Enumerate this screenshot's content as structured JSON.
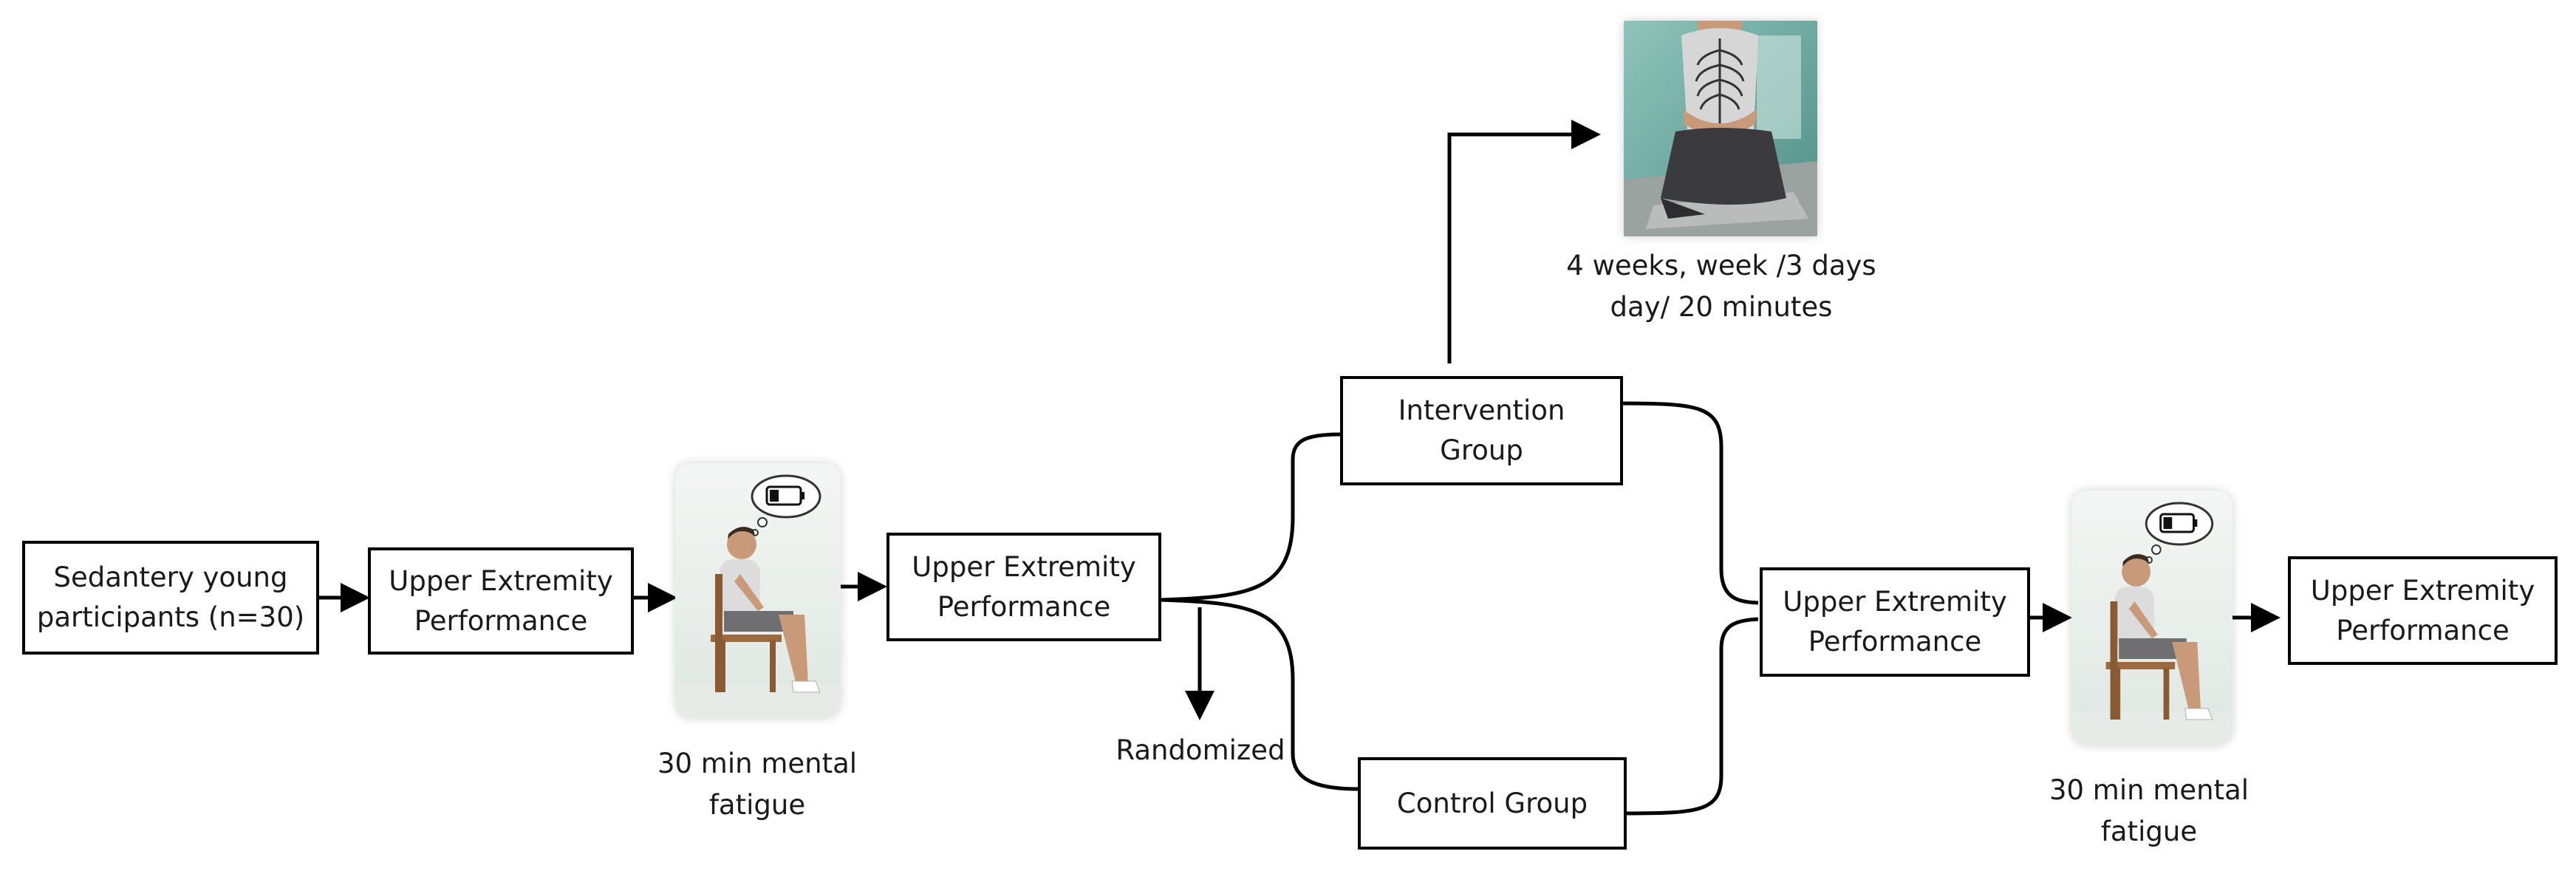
{
  "nodes": {
    "participants": {
      "lines": [
        "Sedantery young",
        "participants (n=30)"
      ]
    },
    "baseline_test": {
      "lines": [
        "Upper Extremity",
        "Performance"
      ]
    },
    "post_fatigue_test": {
      "lines": [
        "Upper Extremity",
        "Performance"
      ]
    },
    "intervention_group": {
      "lines": [
        "Intervention",
        "Group"
      ]
    },
    "control_group": {
      "lines": [
        "Control Group"
      ]
    },
    "followup_test": {
      "lines": [
        "Upper Extremity",
        "Performance"
      ]
    },
    "final_test": {
      "lines": [
        "Upper Extremity",
        "Performance"
      ]
    }
  },
  "captions": {
    "fatigue_1": [
      "30 min mental",
      "fatigue"
    ],
    "fatigue_2": [
      "30 min mental",
      "fatigue"
    ],
    "protocol": [
      "4 weeks, week /3 days",
      "day/ 20 minutes"
    ],
    "randomized": [
      "Randomized"
    ]
  },
  "images": {
    "fatigue_1": {
      "icon": "seated-man-low-battery-icon"
    },
    "fatigue_2": {
      "icon": "seated-man-low-battery-icon"
    },
    "breathing": {
      "icon": "kneeling-breathing-exercise-icon"
    }
  },
  "colors": {
    "line": "#000000",
    "text": "#1a1a1a",
    "box_fill": "#ffffff"
  }
}
